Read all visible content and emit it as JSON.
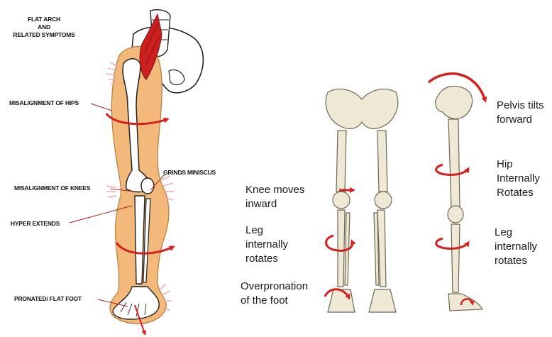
{
  "left_panel": {
    "title": "FLAT ARCH AND RELATED SYMPTOMS",
    "title_lines": [
      "FLAT ARCH",
      "AND",
      "RELATED SYMPTOMS"
    ],
    "labels": {
      "hips": "MISALIGNMENT OF HIPS",
      "knees": "MISALIGNMENT OF KNEES",
      "grinds": "GRINDS MINISCUS",
      "hyper": "HYPER EXTENDS",
      "foot": "PRONATED/ FLAT FOOT"
    }
  },
  "right_panel": {
    "front_labels": {
      "knee": [
        "Knee moves",
        "inward"
      ],
      "leg": [
        "Leg",
        "internally",
        "rotates"
      ],
      "foot": [
        "Overpronation",
        "of the foot"
      ]
    },
    "side_labels": {
      "pelvis": [
        "Pelvis tilts",
        "forward"
      ],
      "hip": [
        "Hip",
        "Internally",
        "Rotates"
      ],
      "leg": [
        "Leg",
        "internally",
        "rotates"
      ]
    }
  },
  "colors": {
    "skin": "#f3b97b",
    "bone": "#efe8d4",
    "arrow": "#d42020",
    "muscle": "#cc1f1f",
    "flash": "#f2a8a8"
  }
}
